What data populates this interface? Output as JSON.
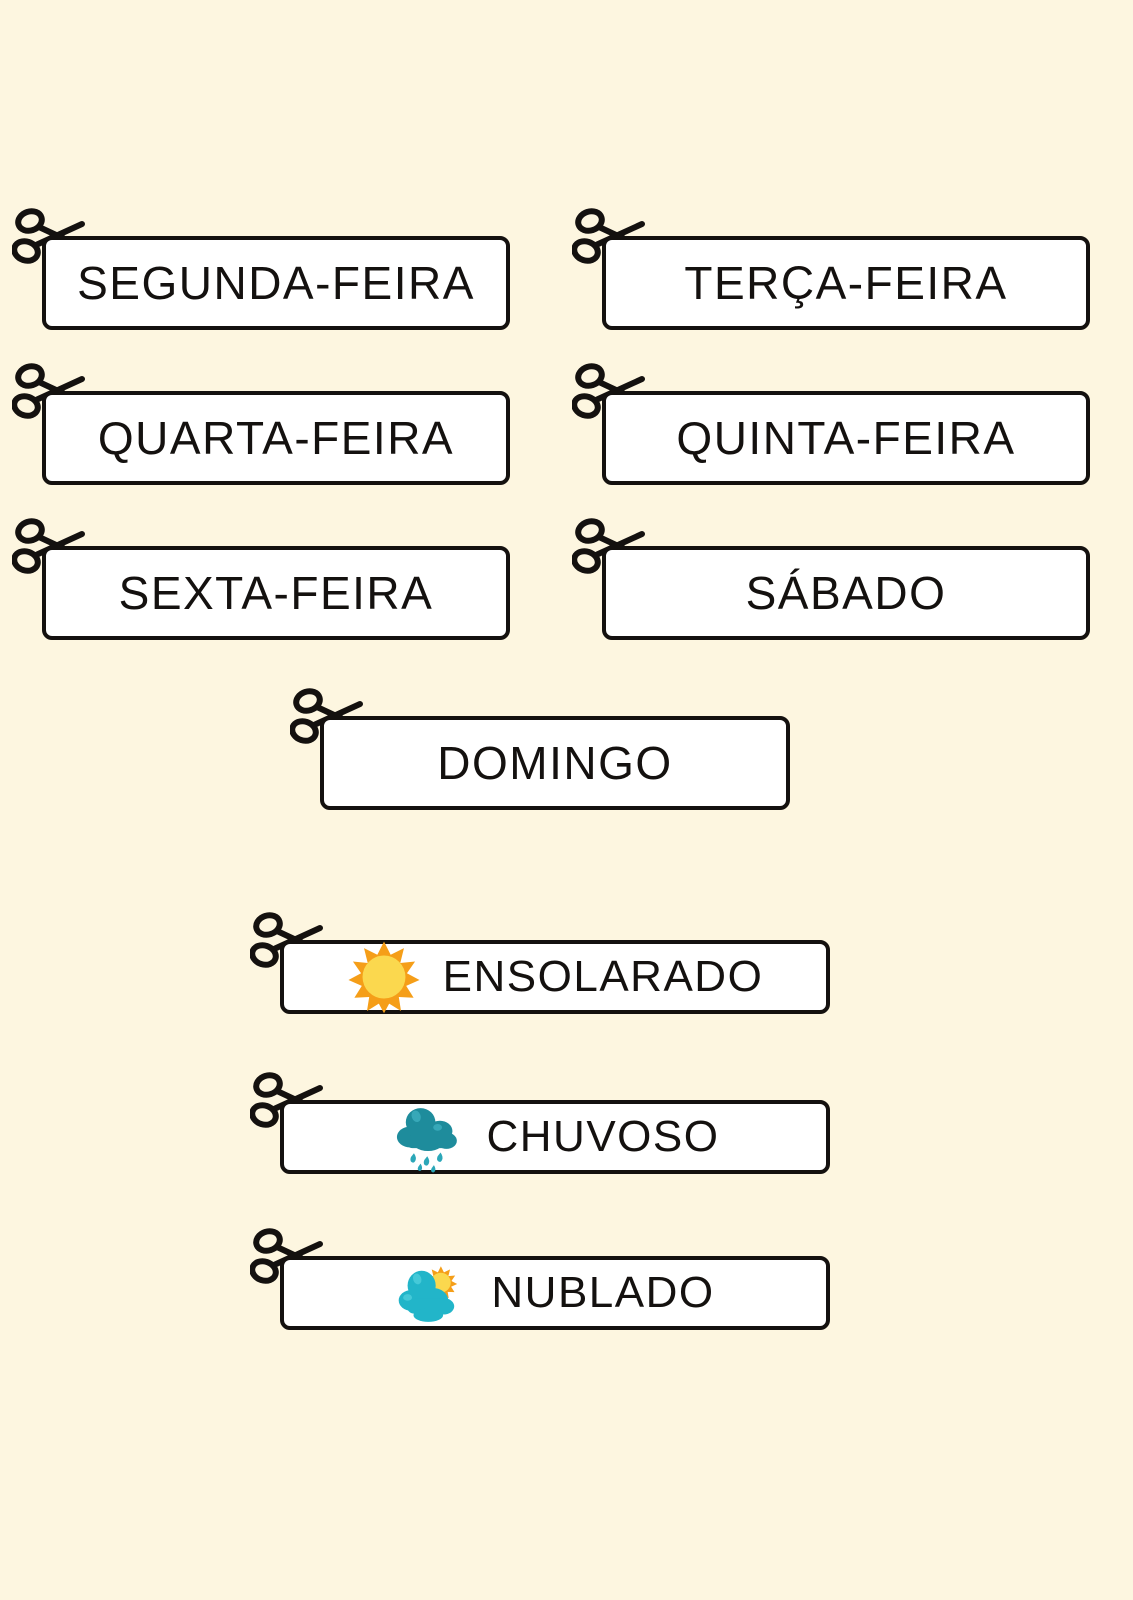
{
  "page": {
    "background_color": "#FDF6E0",
    "card_fill_color": "#FFFFFF",
    "card_border_color": "#14110F",
    "text_color": "#14110F"
  },
  "weekday_cards": [
    {
      "label": "SEGUNDA-FEIRA",
      "icon": "scissors-icon"
    },
    {
      "label": "TERÇA-FEIRA",
      "icon": "scissors-icon"
    },
    {
      "label": "QUARTA-FEIRA",
      "icon": "scissors-icon"
    },
    {
      "label": "QUINTA-FEIRA",
      "icon": "scissors-icon"
    },
    {
      "label": "SEXTA-FEIRA",
      "icon": "scissors-icon"
    },
    {
      "label": "SÁBADO",
      "icon": "scissors-icon"
    },
    {
      "label": "DOMINGO",
      "icon": "scissors-icon"
    }
  ],
  "weather_cards": [
    {
      "label": "ENSOLARADO",
      "icon": "sun-icon",
      "cut_icon": "scissors-icon",
      "colors": {
        "rays": "#F59E18",
        "disc": "#FBD84E"
      }
    },
    {
      "label": "CHUVOSO",
      "icon": "rain-cloud-icon",
      "cut_icon": "scissors-icon",
      "colors": {
        "cloud": "#1E8C9C",
        "cloud_light": "#2BA7B8",
        "drops": "#2BA7B8"
      }
    },
    {
      "label": "NUBLADO",
      "icon": "sun-behind-cloud-icon",
      "cut_icon": "scissors-icon",
      "colors": {
        "rays": "#F59E18",
        "disc": "#FBD84E",
        "cloud": "#22B5C9",
        "cloud_light": "#45C9D8"
      }
    }
  ]
}
